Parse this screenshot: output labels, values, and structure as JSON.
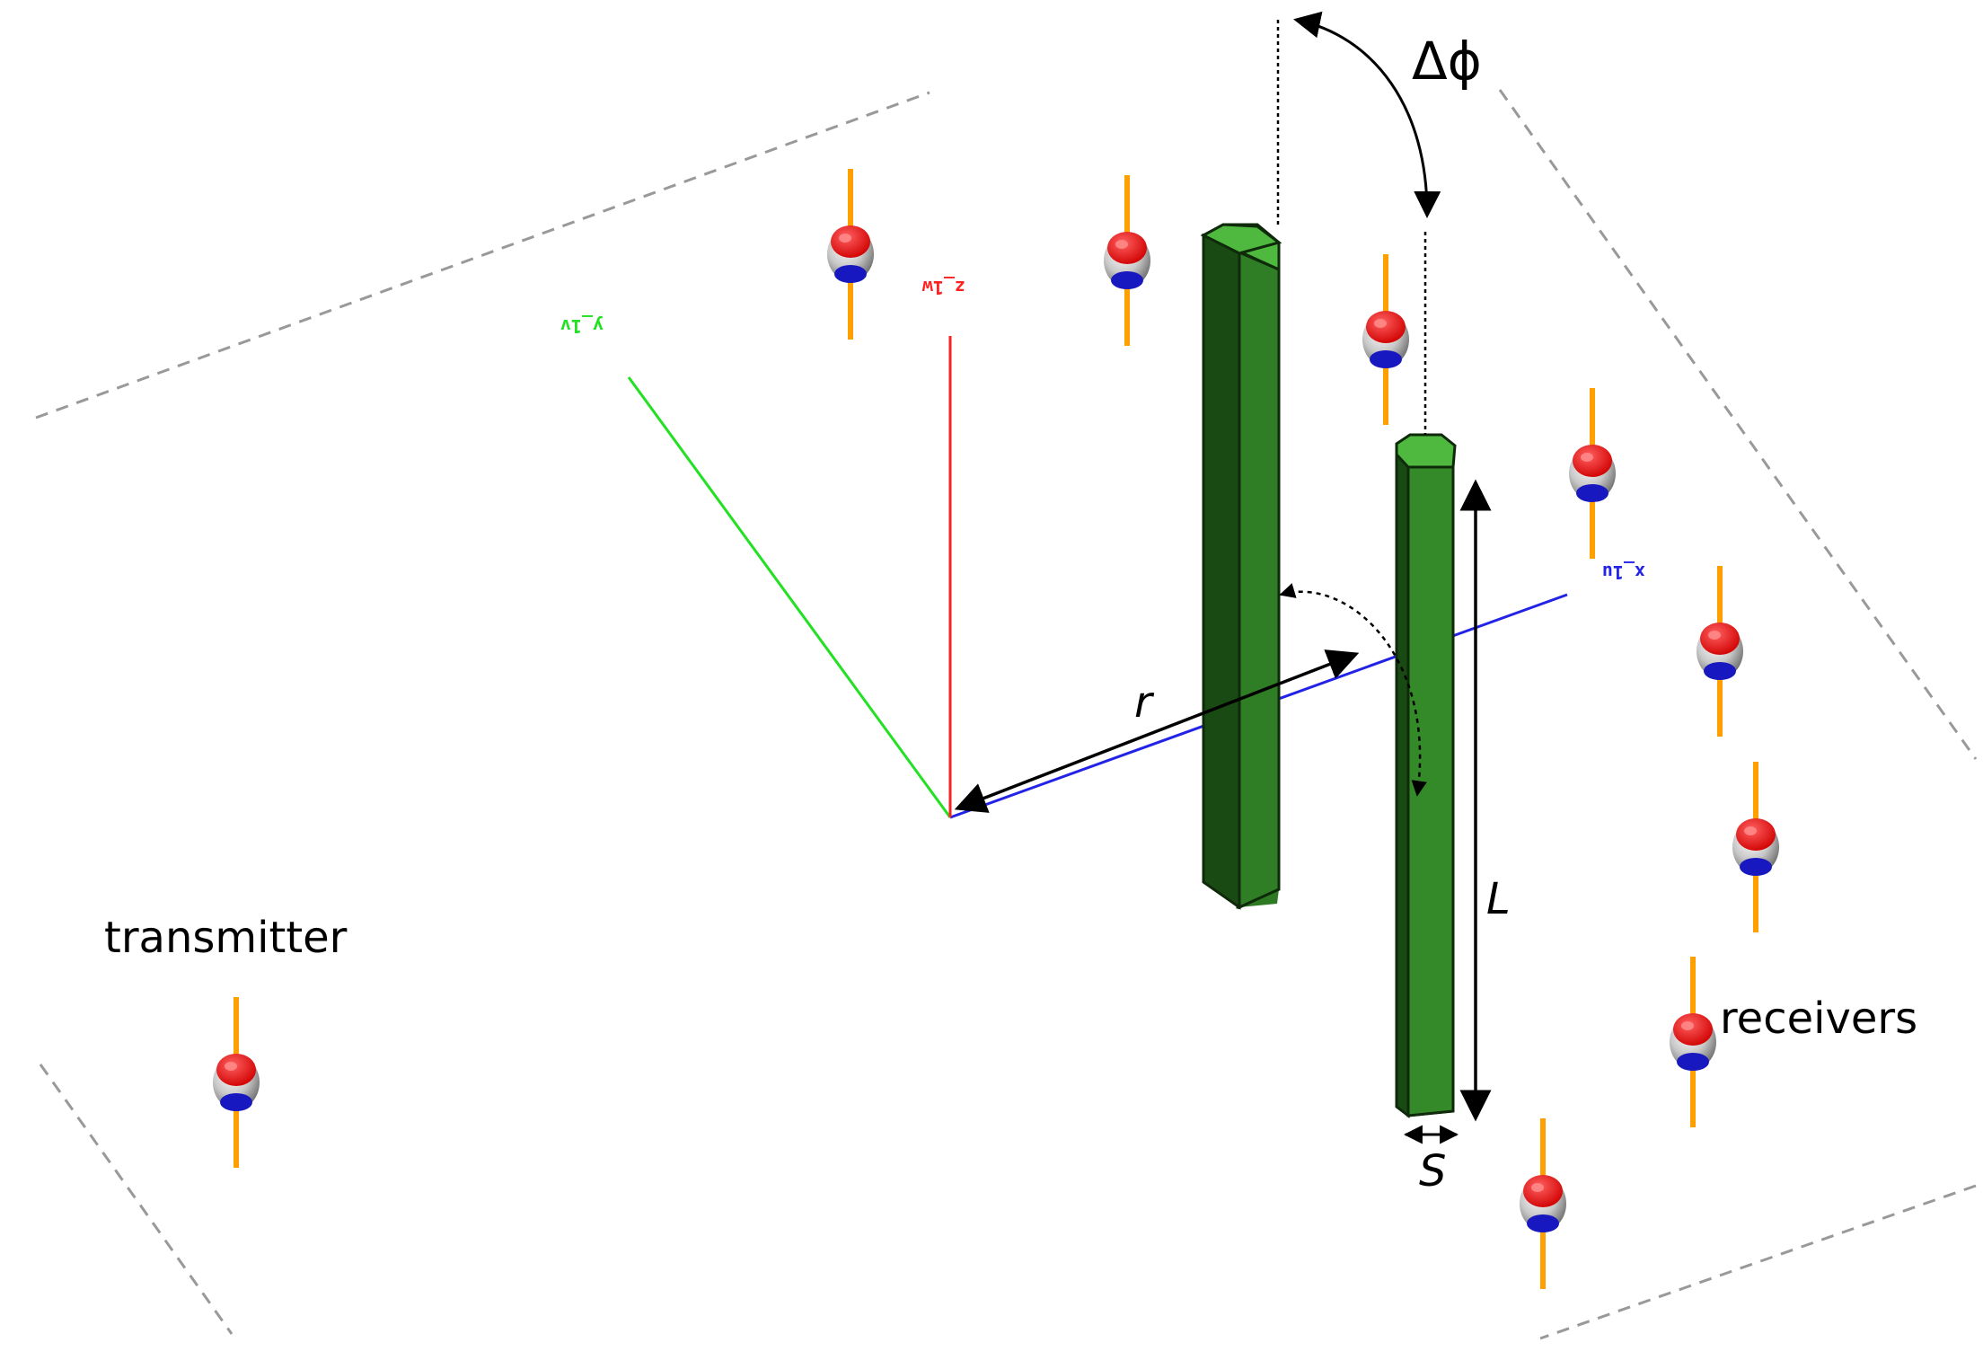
{
  "labels": {
    "transmitter": "transmitter",
    "receivers": "receivers",
    "delta_phi": "Δϕ",
    "r": "r",
    "L": "L",
    "S": "S",
    "axis_x": "x_1u",
    "axis_y": "y_1v",
    "axis_z": "z_1w"
  },
  "colors": {
    "rod_dark": "#1a4a14",
    "rod_mid": "#2f7d24",
    "rod_top": "#4fb83e",
    "axis_x": "#2323e8",
    "axis_y": "#22e022",
    "axis_z": "#ff2020",
    "antenna": "#ffa000",
    "sphere_top": "#ff0000",
    "sphere_body": "#c8c8c8",
    "sphere_bottom": "#1010c0",
    "plane_outline": "#999999"
  }
}
